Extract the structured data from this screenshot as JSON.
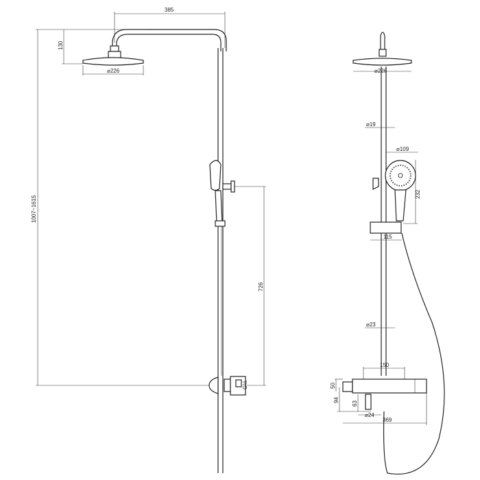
{
  "dimensions": {
    "front": {
      "arm_reach": "385",
      "head_height": "130",
      "head_diameter": "⌀226",
      "total_height": "1007~1615",
      "holder_to_valve": "726",
      "thread": "G½"
    },
    "side": {
      "head_diameter": "⌀226",
      "upper_pipe": "⌀19",
      "hand_shower_diameter": "⌀109",
      "hand_shower_length": "232",
      "slider_offset": "115",
      "lower_pipe": "⌀23",
      "inlet_spacing": "150",
      "body_height": "50",
      "outlet_depth": "94",
      "spout_height": "63",
      "spout_diameter": "⌀24",
      "body_width": "369"
    }
  }
}
